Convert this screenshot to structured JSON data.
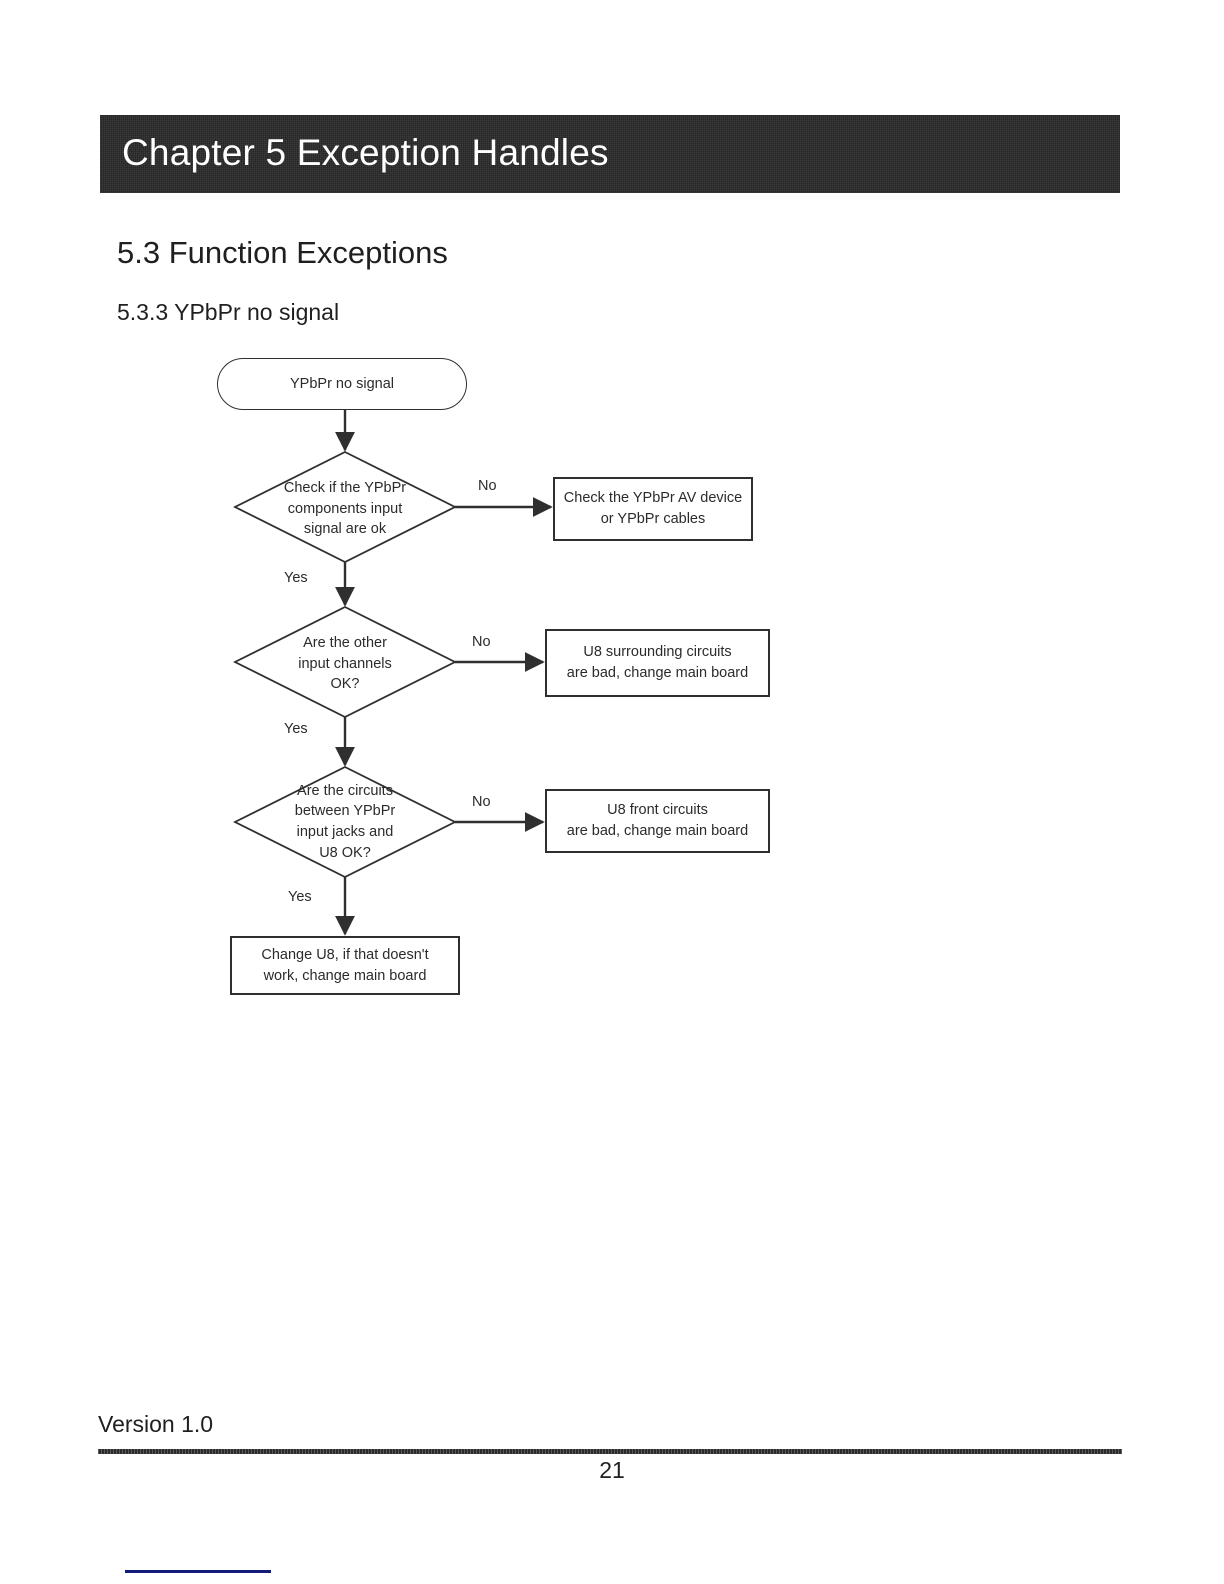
{
  "page": {
    "chapter_title": "Chapter 5 Exception Handles",
    "section_heading": "5.3 Function Exceptions",
    "subsection_heading": "5.3.3 YPbPr no signal",
    "accent_dark": "#262626",
    "bottom_mark_color": "#131a7a"
  },
  "footer": {
    "version": "Version 1.0",
    "page_number": "21"
  },
  "flowchart": {
    "nodes": {
      "start": "YPbPr no signal",
      "decision_1": "Check if the YPbPr\ncomponents input\nsignal are ok",
      "decision_1_line1": "Check if the YPbPr",
      "decision_1_line2": "components input",
      "decision_1_line3": "signal are ok",
      "action_1_line1": "Check the YPbPr AV device",
      "action_1_line2": "or YPbPr cables",
      "decision_2_line1": "Are the other",
      "decision_2_line2": "input channels",
      "decision_2_line3": "OK?",
      "action_2_line1": "U8 surrounding circuits",
      "action_2_line2": "are bad, change main board",
      "decision_3_line1": "Are the circuits",
      "decision_3_line2": "between YPbPr",
      "decision_3_line3": "input jacks and",
      "decision_3_line4": "U8  OK?",
      "action_3_line1": "U8 front circuits",
      "action_3_line2": "are bad, change main board",
      "end_line1": "Change U8, if that doesn't",
      "end_line2": "work, change main board"
    },
    "edge_labels": {
      "no_1": "No",
      "yes_1": "Yes",
      "no_2": "No",
      "yes_2": "Yes",
      "no_3": "No",
      "yes_3": "Yes"
    }
  }
}
